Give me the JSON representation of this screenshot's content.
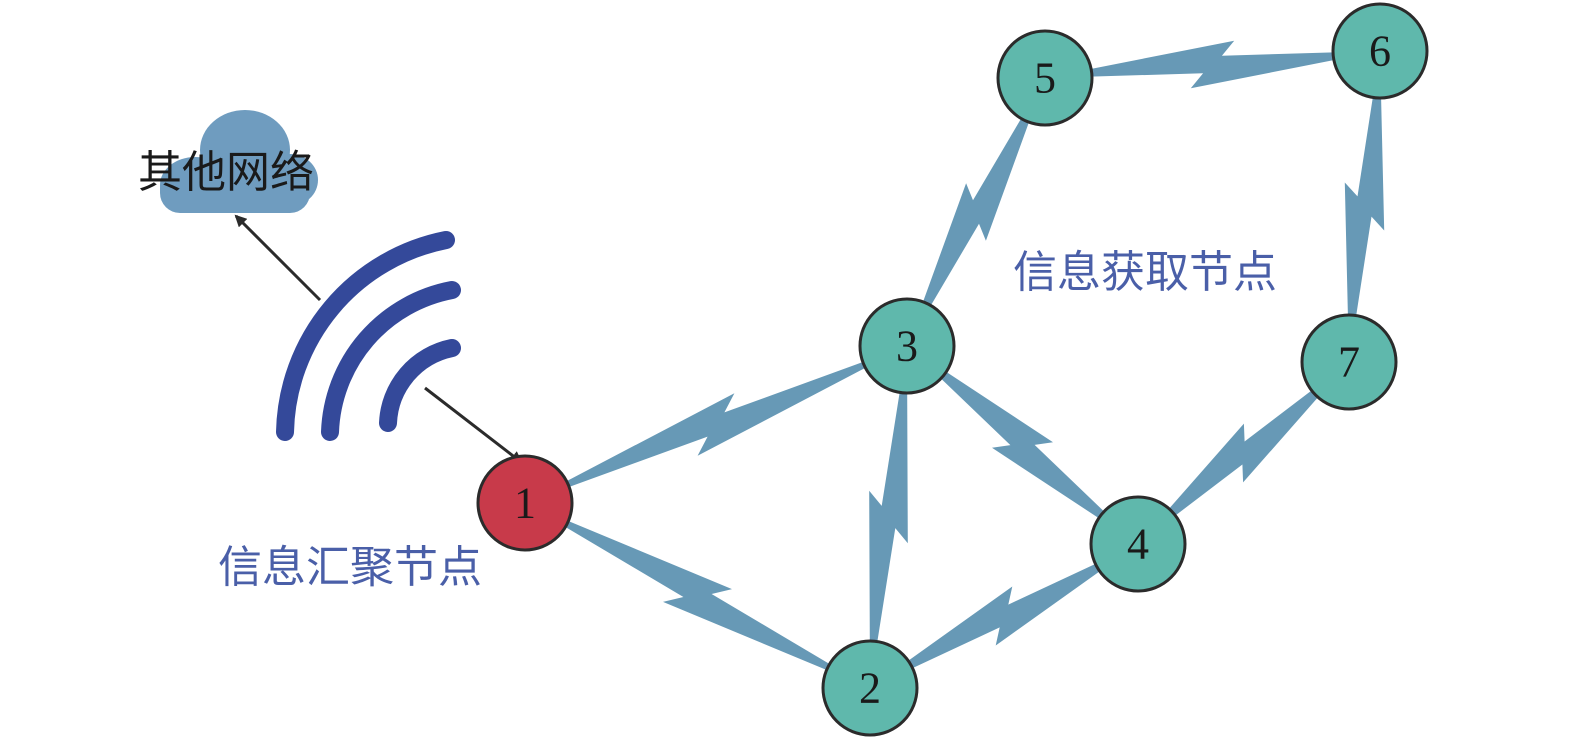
{
  "diagram": {
    "cloud_label": "其他网络",
    "sink_caption": "信息汇聚节点",
    "sensor_caption": "信息获取节点",
    "nodes": [
      {
        "id": "1",
        "label": "1",
        "role": "sink"
      },
      {
        "id": "2",
        "label": "2",
        "role": "sensor"
      },
      {
        "id": "3",
        "label": "3",
        "role": "sensor"
      },
      {
        "id": "4",
        "label": "4",
        "role": "sensor"
      },
      {
        "id": "5",
        "label": "5",
        "role": "sensor"
      },
      {
        "id": "6",
        "label": "6",
        "role": "sensor"
      },
      {
        "id": "7",
        "label": "7",
        "role": "sensor"
      }
    ],
    "links": [
      {
        "from": "1",
        "to": "3"
      },
      {
        "from": "1",
        "to": "2"
      },
      {
        "from": "2",
        "to": "3"
      },
      {
        "from": "2",
        "to": "4"
      },
      {
        "from": "3",
        "to": "4"
      },
      {
        "from": "3",
        "to": "5"
      },
      {
        "from": "5",
        "to": "6"
      },
      {
        "from": "6",
        "to": "7"
      },
      {
        "from": "7",
        "to": "4"
      }
    ],
    "colors": {
      "sink_fill": "#c83a4a",
      "sensor_fill": "#5fb8ac",
      "node_stroke": "#2b2b2b",
      "link_fill": "#6799b6",
      "cloud_fill": "#6f9cbf",
      "wifi_arc": "#34499a",
      "caption_color": "#4a5fa8",
      "arrow_color": "#2b2b2b"
    },
    "icons": {
      "cloud": "cloud-icon",
      "wireless": "wireless-signal-icon"
    }
  }
}
